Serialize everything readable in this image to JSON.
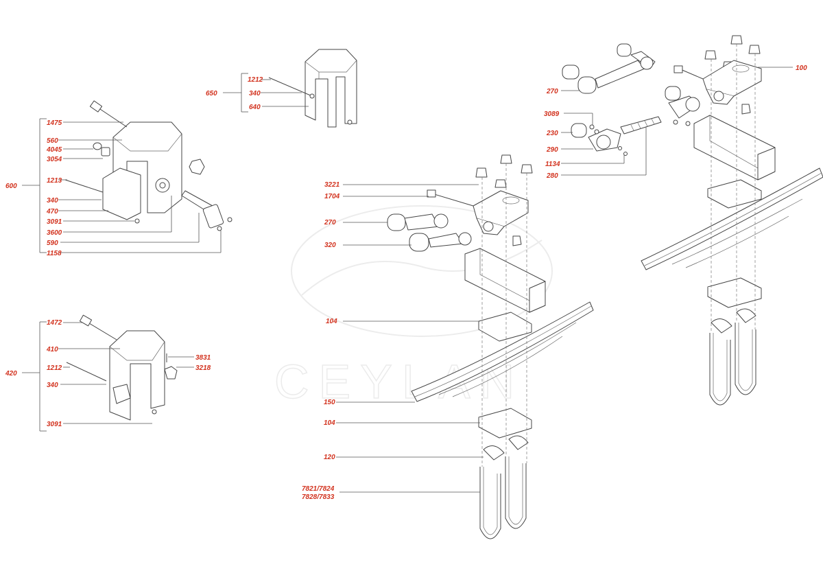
{
  "watermark": {
    "text": "CEYLAN"
  },
  "groups": {
    "g650": {
      "label": "650",
      "items": [
        "1212",
        "340",
        "640"
      ]
    },
    "g600": {
      "label": "600",
      "items": [
        "1475",
        "560",
        "4045",
        "3054",
        "1213",
        "340",
        "470",
        "3091",
        "3600",
        "590",
        "1158"
      ]
    },
    "g420": {
      "label": "420",
      "items": [
        "1472",
        "410",
        "1212",
        "340",
        "3091"
      ],
      "side_items": [
        "3831",
        "3218"
      ]
    },
    "center": {
      "items": [
        "3221",
        "1704",
        "270",
        "320",
        "104",
        "150",
        "104",
        "120",
        "7821/7824",
        "7828/7833"
      ]
    },
    "right": {
      "items": [
        "270",
        "3089",
        "230",
        "290",
        "1134",
        "280"
      ],
      "side_items": [
        "100"
      ]
    }
  },
  "colors": {
    "label": "#d2321e",
    "line": "#444444",
    "watermark": "#ebebeb"
  }
}
